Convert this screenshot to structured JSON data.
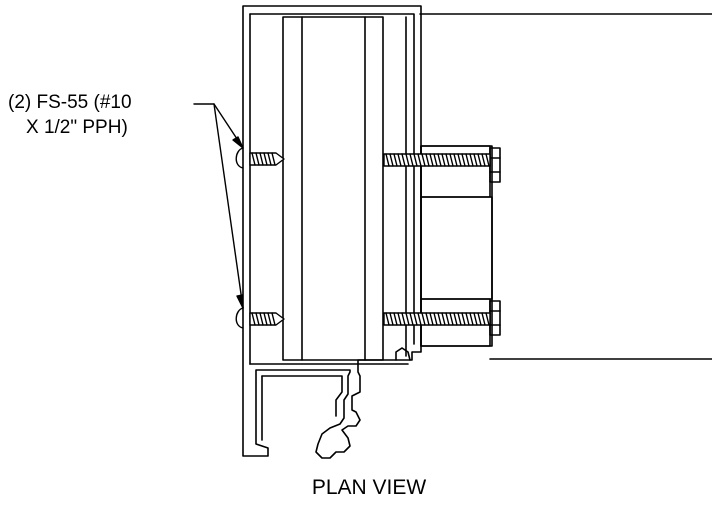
{
  "callout": {
    "line1": "(2) FS-55 (#10",
    "line2": "X 1/2\" PPH)"
  },
  "view_title": "PLAN VIEW",
  "colors": {
    "ink": "#000000",
    "paper": "#ffffff"
  }
}
